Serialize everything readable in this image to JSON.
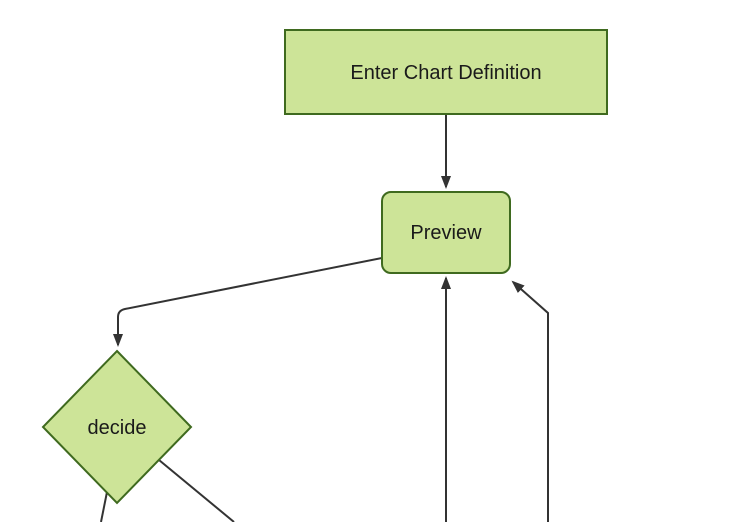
{
  "diagram": {
    "type": "flowchart",
    "direction": "top-down",
    "background": "#ffffff",
    "colors": {
      "node_fill": "#cde498",
      "node_stroke": "#3f6a1f",
      "edge": "#333333",
      "label": "#1a1a1a"
    },
    "nodes": [
      {
        "id": "enter-chart-definition",
        "label": "Enter Chart Definition",
        "shape": "rectangle"
      },
      {
        "id": "preview",
        "label": "Preview",
        "shape": "rounded-rectangle"
      },
      {
        "id": "decide",
        "label": "decide",
        "shape": "diamond"
      }
    ],
    "edges": [
      {
        "from": "enter-chart-definition",
        "to": "preview",
        "arrowhead": true
      },
      {
        "from": "preview",
        "to": "decide",
        "arrowhead": true
      },
      {
        "from": "offscreen-bottom-center",
        "to": "preview",
        "arrowhead": true
      },
      {
        "from": "offscreen-bottom-right",
        "to": "preview",
        "arrowhead": true
      },
      {
        "from": "decide",
        "to": "offscreen-bottom-left",
        "arrowhead": false
      },
      {
        "from": "decide",
        "to": "offscreen-bottom-right",
        "arrowhead": false
      }
    ]
  }
}
